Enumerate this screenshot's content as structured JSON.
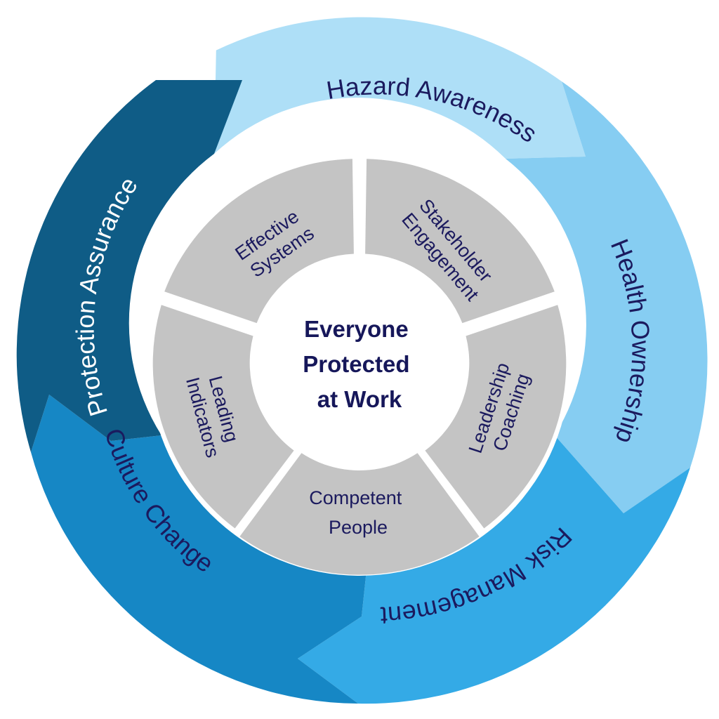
{
  "outer_ring": {
    "segments": [
      {
        "label": "Hazard Awareness",
        "color": "#aedff7",
        "text_color": "#1b1a5e"
      },
      {
        "label": "Health Ownership",
        "color": "#86cdf2",
        "text_color": "#1b1a5e"
      },
      {
        "label": "Risk Management",
        "color": "#34aae6",
        "text_color": "#1b1a5e"
      },
      {
        "label": "Culture Change",
        "color": "#1687c5",
        "text_color": "#1b1a5e"
      },
      {
        "label": "Protection Assurance",
        "color": "#0f5c86",
        "text_color": "#ffffff"
      }
    ]
  },
  "inner_ring": {
    "color": "#c4c4c4",
    "segments": [
      {
        "lines": [
          "Stakeholder",
          "Engagement"
        ]
      },
      {
        "lines": [
          "Leadership",
          "Coaching"
        ]
      },
      {
        "lines": [
          "Competent",
          "People"
        ]
      },
      {
        "lines": [
          "Leading",
          "Indicators"
        ]
      },
      {
        "lines": [
          "Effective",
          "Systems"
        ]
      }
    ]
  },
  "center": {
    "lines": [
      "Everyone",
      "Protected",
      "at Work"
    ]
  }
}
